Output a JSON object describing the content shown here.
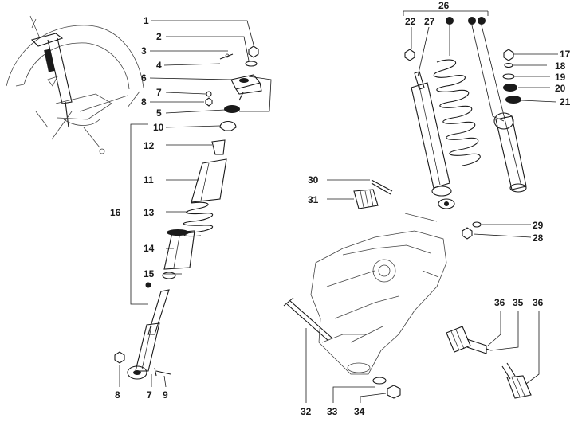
{
  "diagram": {
    "callouts": {
      "c1": "1",
      "c2": "2",
      "c3": "3",
      "c4": "4",
      "c5": "5",
      "c6": "6",
      "c7a": "7",
      "c7b": "7",
      "c8a": "8",
      "c8b": "8",
      "c9": "9",
      "c10": "10",
      "c11": "11",
      "c12": "12",
      "c13": "13",
      "c14": "14",
      "c15": "15",
      "c16": "16",
      "c17": "17",
      "c18": "18",
      "c19": "19",
      "c20": "20",
      "c21": "21",
      "c22": "22",
      "c26": "26",
      "c27": "27",
      "c28": "28",
      "c29": "29",
      "c30": "30",
      "c31": "31",
      "c32": "32",
      "c33": "33",
      "c34": "34",
      "c35": "35",
      "c36a": "36",
      "c36b": "36"
    },
    "colors": {
      "ink": "#1a1a1a",
      "paper": "#ffffff"
    }
  }
}
